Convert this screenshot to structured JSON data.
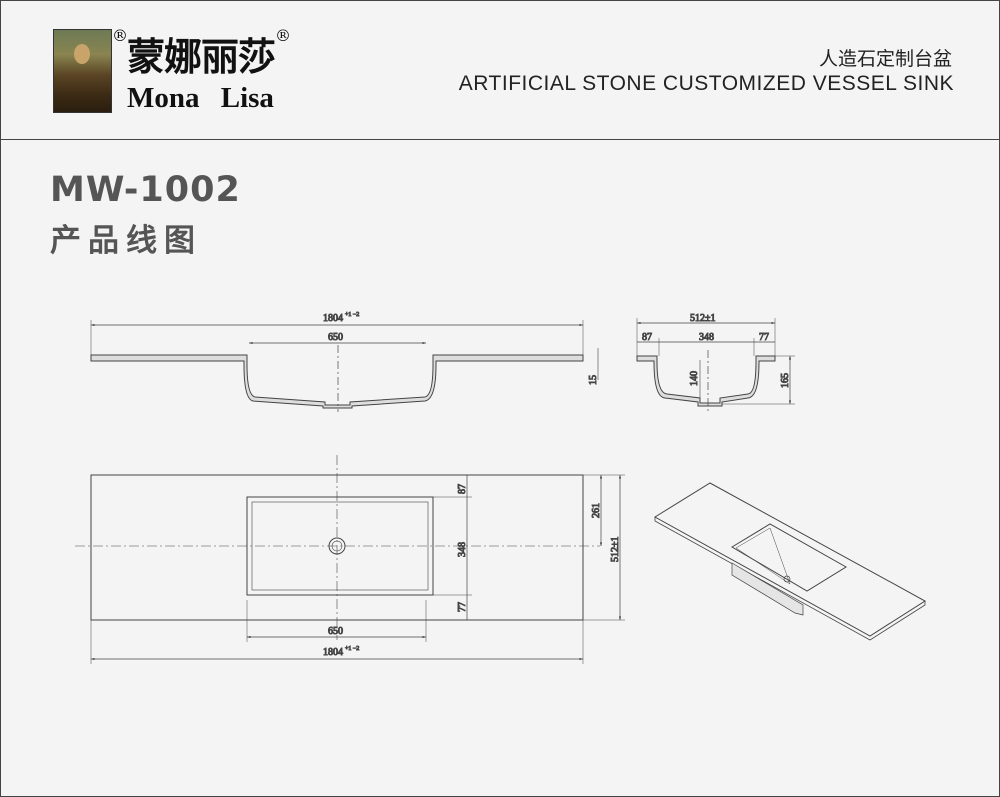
{
  "header": {
    "brand_cn": "蒙娜丽莎",
    "brand_en": "Mona Lisa",
    "registered_mark": "®",
    "subtitle_cn": "人造石定制台盆",
    "subtitle_en": "ARTIFICIAL STONE CUSTOMIZED VESSEL SINK"
  },
  "product": {
    "model": "MW-1002",
    "title_cn": "产品线图"
  },
  "dimensions": {
    "front_length": "1804",
    "front_length_tol": "+1 −2",
    "basin_width": "650",
    "slab_thickness": "15",
    "side_depth": "512±1",
    "side_front": "87",
    "side_basin": "348",
    "side_back": "77",
    "basin_depth": "140",
    "total_height": "165",
    "top_front": "87",
    "top_basin": "348",
    "top_back": "77",
    "top_center": "261",
    "top_depth": "512±1",
    "top_basin_width": "650",
    "top_length": "1804",
    "top_length_tol": "+1 −2"
  },
  "colors": {
    "line": "#444444",
    "background": "#f4f4f4",
    "title": "#555555"
  }
}
